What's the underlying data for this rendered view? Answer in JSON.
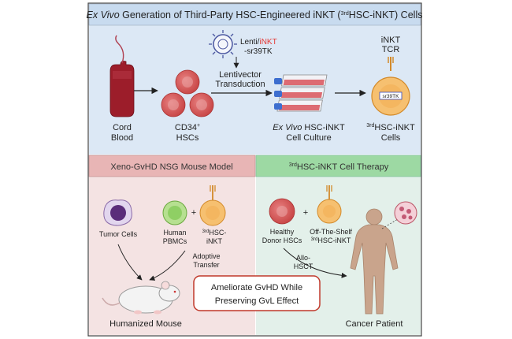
{
  "title": {
    "italic": "Ex Vivo",
    "pre": " Generation of Third-Party HSC-Engineered iNKT (",
    "sup": "3rd",
    "post": "HSC-iNKT) Cells"
  },
  "top": {
    "cord_blood_1": "Cord",
    "cord_blood_2": "Blood",
    "cd34_1": "CD34",
    "cd34_sup": "+",
    "cd34_2": "HSCs",
    "lenti_prefix": "Lenti/",
    "lenti_inkt": "iNKT",
    "lenti_sr": "-sr39TK",
    "transduction_1": "Lentivector",
    "transduction_2": "Transduction",
    "culture_italic": "Ex Vivo",
    "culture_1": " HSC-iNKT",
    "culture_2": "Cell Culture",
    "tcr_1": "iNKT",
    "tcr_2": "TCR",
    "sr39tk_tag": "sr39TK",
    "cells_sup": "3rd",
    "cells_1": "HSC-iNKT",
    "cells_2": "Cells"
  },
  "left_panel": {
    "header": "Xeno-GvHD NSG Mouse Model",
    "tumor_cells": "Tumor Cells",
    "pbmc_1": "Human",
    "pbmc_2": "PBMCs",
    "plus": "+",
    "inkt_sup": "3rd",
    "inkt_1": "HSC-",
    "inkt_2": "iNKT",
    "transfer_1": "Adoptive",
    "transfer_2": "Transfer",
    "mouse": "Humanized Mouse"
  },
  "right_panel": {
    "header_sup": "3rd",
    "header": "HSC-iNKT Cell Therapy",
    "donor_1": "Healthy",
    "donor_2": "Donor HSCs",
    "plus": "+",
    "shelf_1": "Off-The-Shelf",
    "shelf_sup": "3rd",
    "shelf_2": "HSC-iNKT",
    "hsct_1": "Allo-",
    "hsct_2": "HSCT",
    "patient": "Cancer Patient"
  },
  "outcome": {
    "line1": "Ameliorate GvHD While",
    "line2": "Preserving GvL Effect"
  },
  "colors": {
    "top_bg": "#dce8f5",
    "left_bg": "#f4e3e3",
    "left_header": "#e8b5b5",
    "right_bg": "#e3f0ea",
    "right_header": "#9dd9a3",
    "red_cell": "#d35b5b",
    "inkt_red": "#e53935",
    "sr_blue": "#3a4cc0",
    "orange": "#f0a640",
    "green_cell": "#8fcf64",
    "tumor_purple": "#5a2d7a",
    "body_skin": "#c9a48c"
  }
}
